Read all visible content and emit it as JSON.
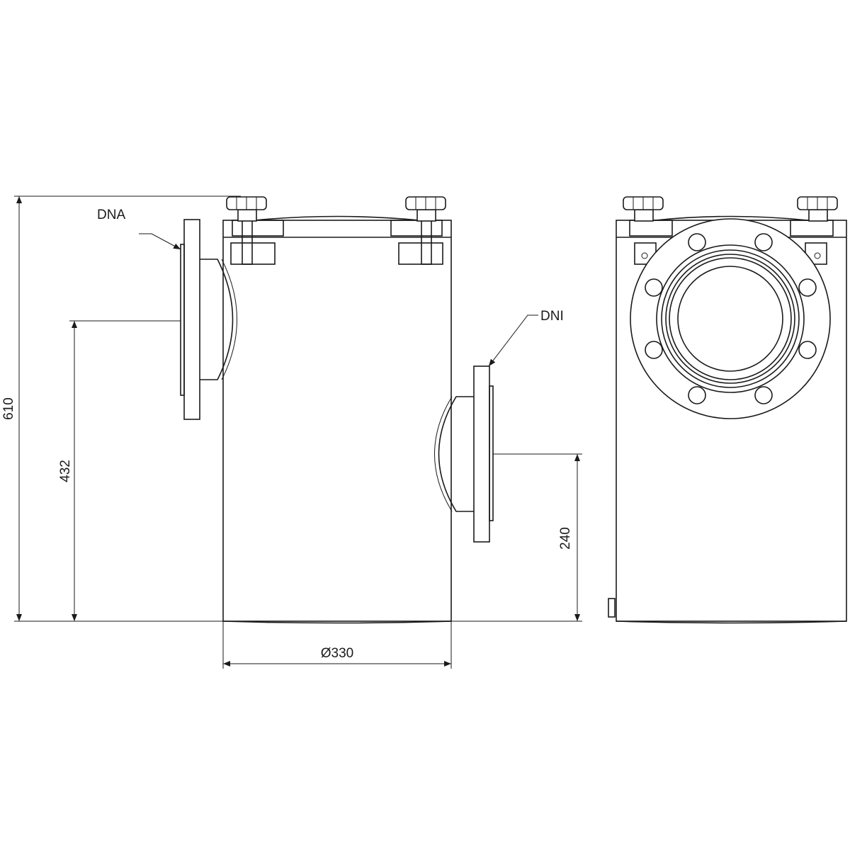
{
  "labels": {
    "inlet": "DNA",
    "outlet": "DNI"
  },
  "dimensions": {
    "total_height": "610",
    "inlet_height": "432",
    "outlet_height": "240",
    "diameter": "Ø330"
  },
  "colors": {
    "line": "#1a1a1a",
    "background": "#ffffff"
  }
}
